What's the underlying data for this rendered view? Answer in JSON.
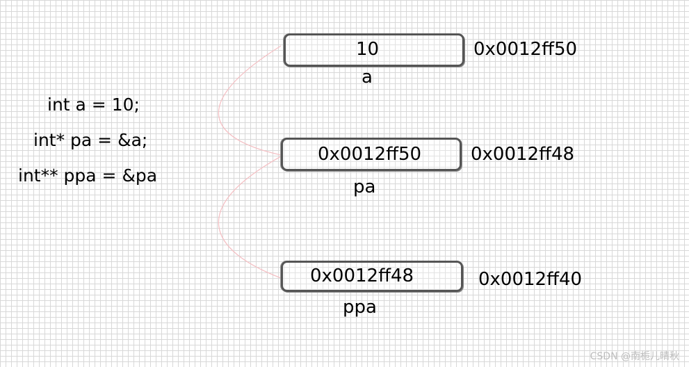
{
  "code": {
    "line1": "int a = 10;",
    "line2": "int* pa = &a;",
    "line3": "int** ppa = &pa"
  },
  "cells": [
    {
      "value": "10",
      "address": "0x0012ff50",
      "name": "a"
    },
    {
      "value": "0x0012ff50",
      "address": "0x0012ff48",
      "name": "pa"
    },
    {
      "value": "0x0012ff48",
      "address": "0x0012ff40",
      "name": "ppa"
    }
  ],
  "colors": {
    "grid": "#d8d8d8",
    "box_border": "#555555",
    "arrow": "#f4c0c4"
  },
  "watermark": "CSDN @南栀儿晴秋"
}
